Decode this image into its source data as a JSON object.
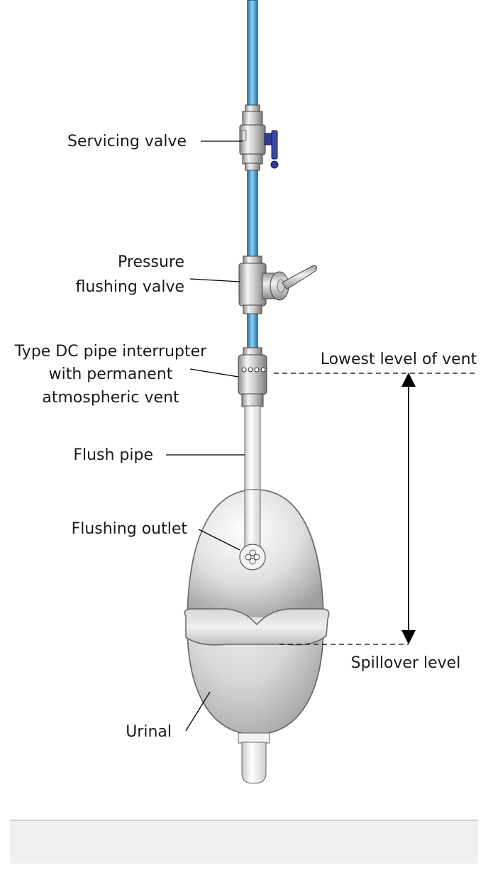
{
  "labels": {
    "servicing_valve": "Servicing valve",
    "pressure_1": "Pressure",
    "pressure_2": "flushing valve",
    "interrupter_1": "Type DC pipe interrupter",
    "interrupter_2": "with permanent",
    "interrupter_3": "atmospheric vent",
    "lowest_level": "Lowest level of vent",
    "flush_pipe": "Flush pipe",
    "flushing_outlet": "Flushing outlet",
    "spillover": "Spillover level",
    "urinal": "Urinal"
  },
  "colors": {
    "water_pipe": "#5fb3e0",
    "water_pipe_edge": "#1d5e8c",
    "valve_handle": "#2f3c8f",
    "metal": "#c8c8c8",
    "porcelain": "#e4e4e4"
  }
}
